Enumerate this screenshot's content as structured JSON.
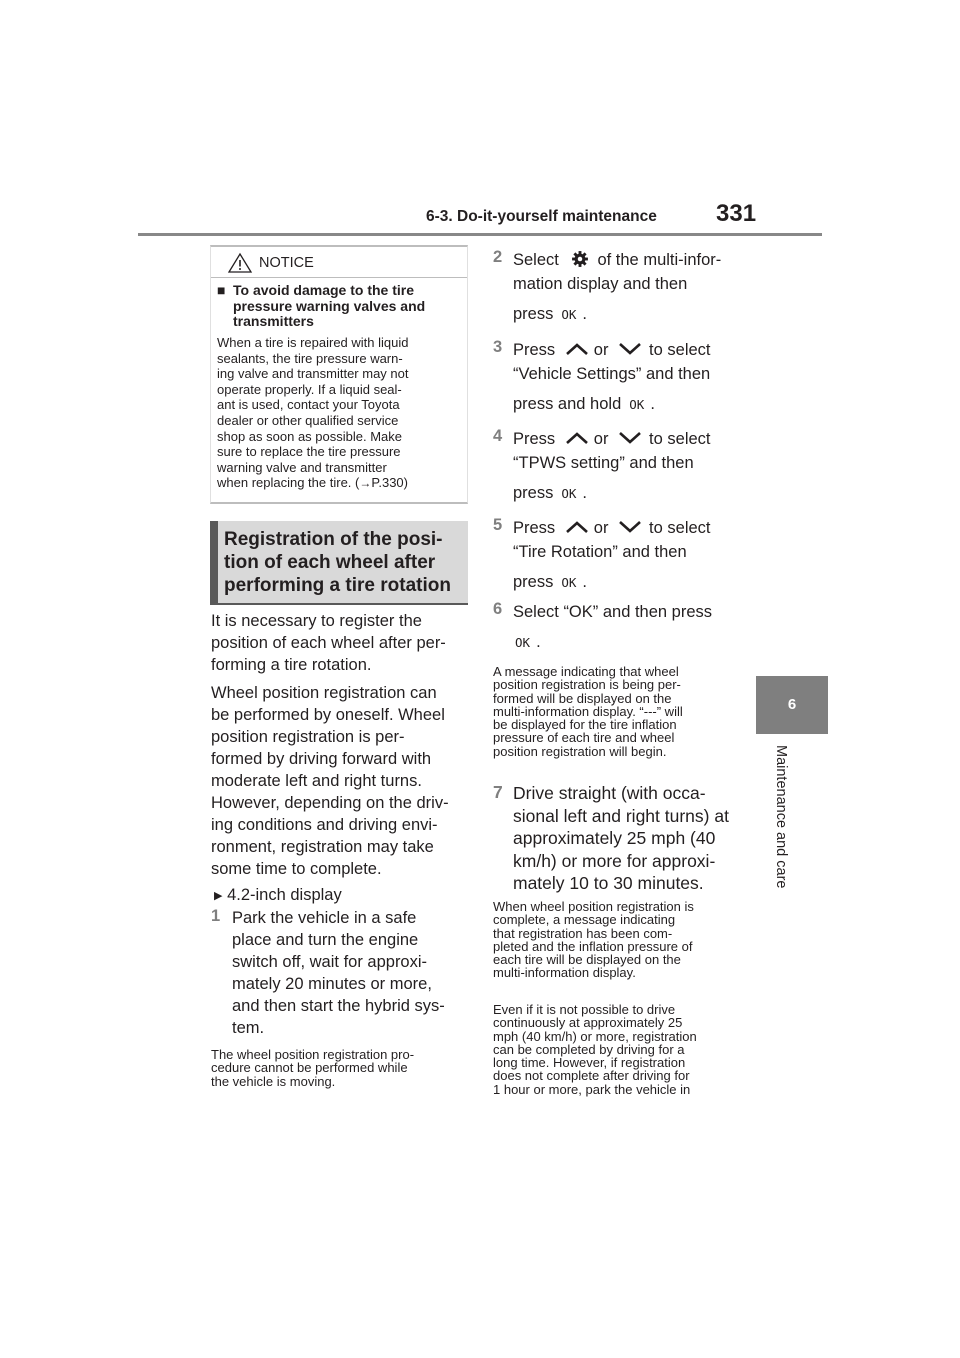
{
  "header": {
    "section": "6-3. Do-it-yourself maintenance",
    "page_number": "331"
  },
  "side_tab": {
    "chapter_number": "6",
    "chapter_title": "Maintenance and care"
  },
  "notice": {
    "title": "NOTICE",
    "bullet": "■",
    "subtitle": "To avoid damage to the tire pressure warning valves and transmitters",
    "lines": [
      "When a tire is repaired with liquid",
      "sealants, the tire pressure warn-",
      "ing valve and transmitter may not",
      "operate properly. If a liquid seal-",
      "ant is used, contact your Toyota",
      "dealer or other qualified service",
      "shop as soon as possible. Make",
      "sure to replace the tire pressure",
      "warning valve and transmitter",
      "when replacing the tire. ("
    ],
    "ref_arrow": "→",
    "ref": "P.330)"
  },
  "section_heading": [
    "Registration of the posi-",
    "tion of each wheel after",
    "performing a tire rotation"
  ],
  "intro_1": [
    "It is necessary to register the",
    "position of each wheel after per-",
    "forming a tire rotation."
  ],
  "intro_2": [
    "Wheel position registration can",
    "be performed by oneself. Wheel",
    "position registration is per-",
    "formed by driving forward with",
    "moderate left and right turns.",
    "However, depending on the driv-",
    "ing conditions and driving envi-",
    "ronment, registration may take",
    "some time to complete."
  ],
  "display_marker": "",
  "display_label": "4.2-inch display",
  "ok_label": "OK",
  "step1": {
    "num": "1",
    "lines": [
      "Park the vehicle in a safe",
      "place and turn the engine",
      "switch off, wait for approxi-",
      "mately 20 minutes or more,",
      "and then start the hybrid sys-",
      "tem."
    ]
  },
  "note1": [
    "The wheel position registration pro-",
    "cedure cannot be performed while",
    "the vehicle is moving."
  ],
  "step2": {
    "num": "2",
    "line1a": "Select",
    "line1b": "of the multi-infor-",
    "line2": "mation display and then",
    "line3": "press",
    "period": "."
  },
  "step3": {
    "num": "3",
    "press": "Press",
    "or": "or",
    "to_select": "to select",
    "line2": "“Vehicle Settings” and then",
    "line3": "press and hold",
    "period": "."
  },
  "step4": {
    "num": "4",
    "press": "Press",
    "or": "or",
    "to_select": "to select",
    "line2": "“TPWS setting” and then",
    "line3": "press",
    "period": "."
  },
  "step5": {
    "num": "5",
    "press": "Press",
    "or": "or",
    "to_select": "to select",
    "line2": "“Tire Rotation” and then",
    "line3": "press",
    "period": "."
  },
  "step6": {
    "num": "6",
    "line1": "Select “OK” and then press",
    "period": "."
  },
  "note6": [
    "A message indicating that wheel",
    "position registration is being per-",
    "formed will be displayed on the",
    "multi-information display. “---” will",
    "be displayed for the tire inflation",
    "pressure of each tire and wheel",
    "position registration will begin."
  ],
  "step7": {
    "num": "7",
    "lines": [
      "Drive straight (with occa-",
      "sional left and right turns) at",
      "approximately 25 mph (40",
      "km/h) or more for approxi-",
      "mately 10 to 30 minutes."
    ]
  },
  "note7a": [
    "When wheel position registration is",
    "complete, a message indicating",
    "that registration has been com-",
    "pleted and the inflation pressure of",
    "each tire will be displayed on the",
    "multi-information display."
  ],
  "note7b": [
    "Even if it is not possible to drive",
    "continuously at approximately 25",
    "mph (40 km/h) or more, registration",
    "can be completed by driving for a",
    "long time. However, if registration",
    "does not complete after driving for",
    "1 hour or more, park the vehicle in"
  ]
}
